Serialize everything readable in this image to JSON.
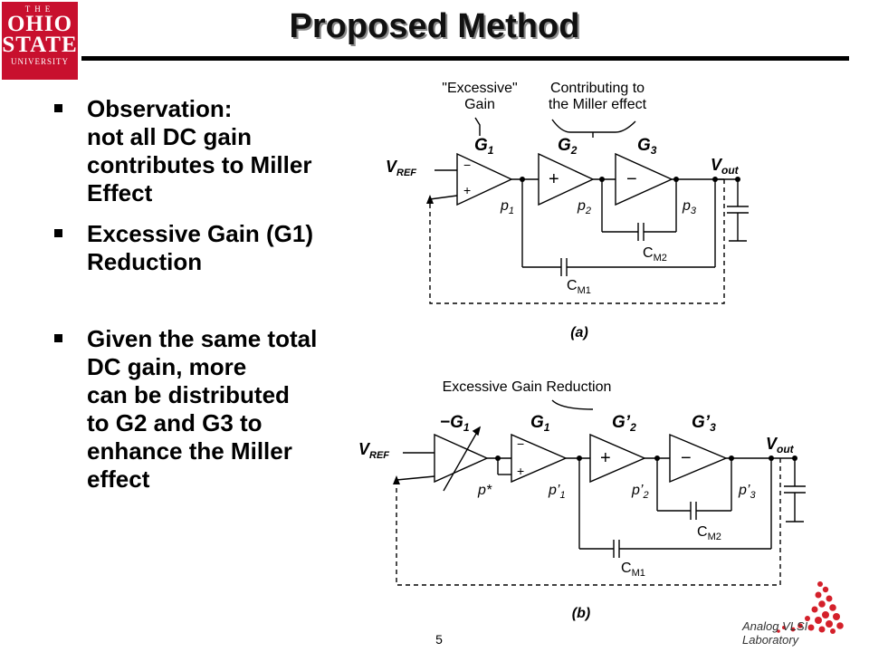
{
  "header": {
    "title": "Proposed Method",
    "logo": {
      "line1": "THE",
      "line2": "OHIO",
      "line3": "STATE",
      "line4": "UNIVERSITY",
      "color": "#c8102e"
    }
  },
  "bullets": [
    {
      "lines": [
        "Observation:",
        "not all DC gain",
        "contributes to Miller",
        "Effect"
      ]
    },
    {
      "lines": [
        "Excessive Gain (G1)",
        "Reduction"
      ]
    },
    {
      "lines": [
        "Given the same total",
        "DC gain, more",
        "can be distributed",
        "to G2 and G3 to",
        "enhance the Miller",
        "effect"
      ]
    }
  ],
  "diagram_a": {
    "label_excessive": "\"Excessive\"",
    "label_gain": "Gain",
    "label_contrib1": "Contributing to",
    "label_contrib2": "the Miller effect",
    "g1": "G",
    "g1_sub": "1",
    "g2": "G",
    "g2_sub": "2",
    "g3": "G",
    "g3_sub": "3",
    "vref": "V",
    "vref_sub": "REF",
    "vout": "V",
    "vout_sub": "out",
    "p1": "p",
    "p1_sub": "1",
    "p2": "p",
    "p2_sub": "2",
    "p3": "p",
    "p3_sub": "3",
    "cm2": "C",
    "cm2_sub": "M2",
    "cm1": "C",
    "cm1_sub": "M1",
    "caption": "(a)"
  },
  "diagram_b": {
    "label_reduction": "Excessive Gain Reduction",
    "g0_prefix": "−G",
    "g0_sub": "1",
    "g1": "G",
    "g1_sub": "1",
    "g2": "G’",
    "g2_sub": "2",
    "g3": "G’",
    "g3_sub": "3",
    "vref": "V",
    "vref_sub": "REF",
    "vout": "V",
    "vout_sub": "out",
    "pstar": "p*",
    "p1": "p’",
    "p1_sub": "1",
    "p2": "p’",
    "p2_sub": "2",
    "p3": "p’",
    "p3_sub": "3",
    "cm2": "C",
    "cm2_sub": "M2",
    "cm1": "C",
    "cm1_sub": "M1",
    "caption": "(b)"
  },
  "footer": {
    "page_number": "5",
    "lab_name": "Analog VLSI Laboratory"
  },
  "colors": {
    "accent": "#c8102e",
    "lab_dots": "#d4202a"
  }
}
